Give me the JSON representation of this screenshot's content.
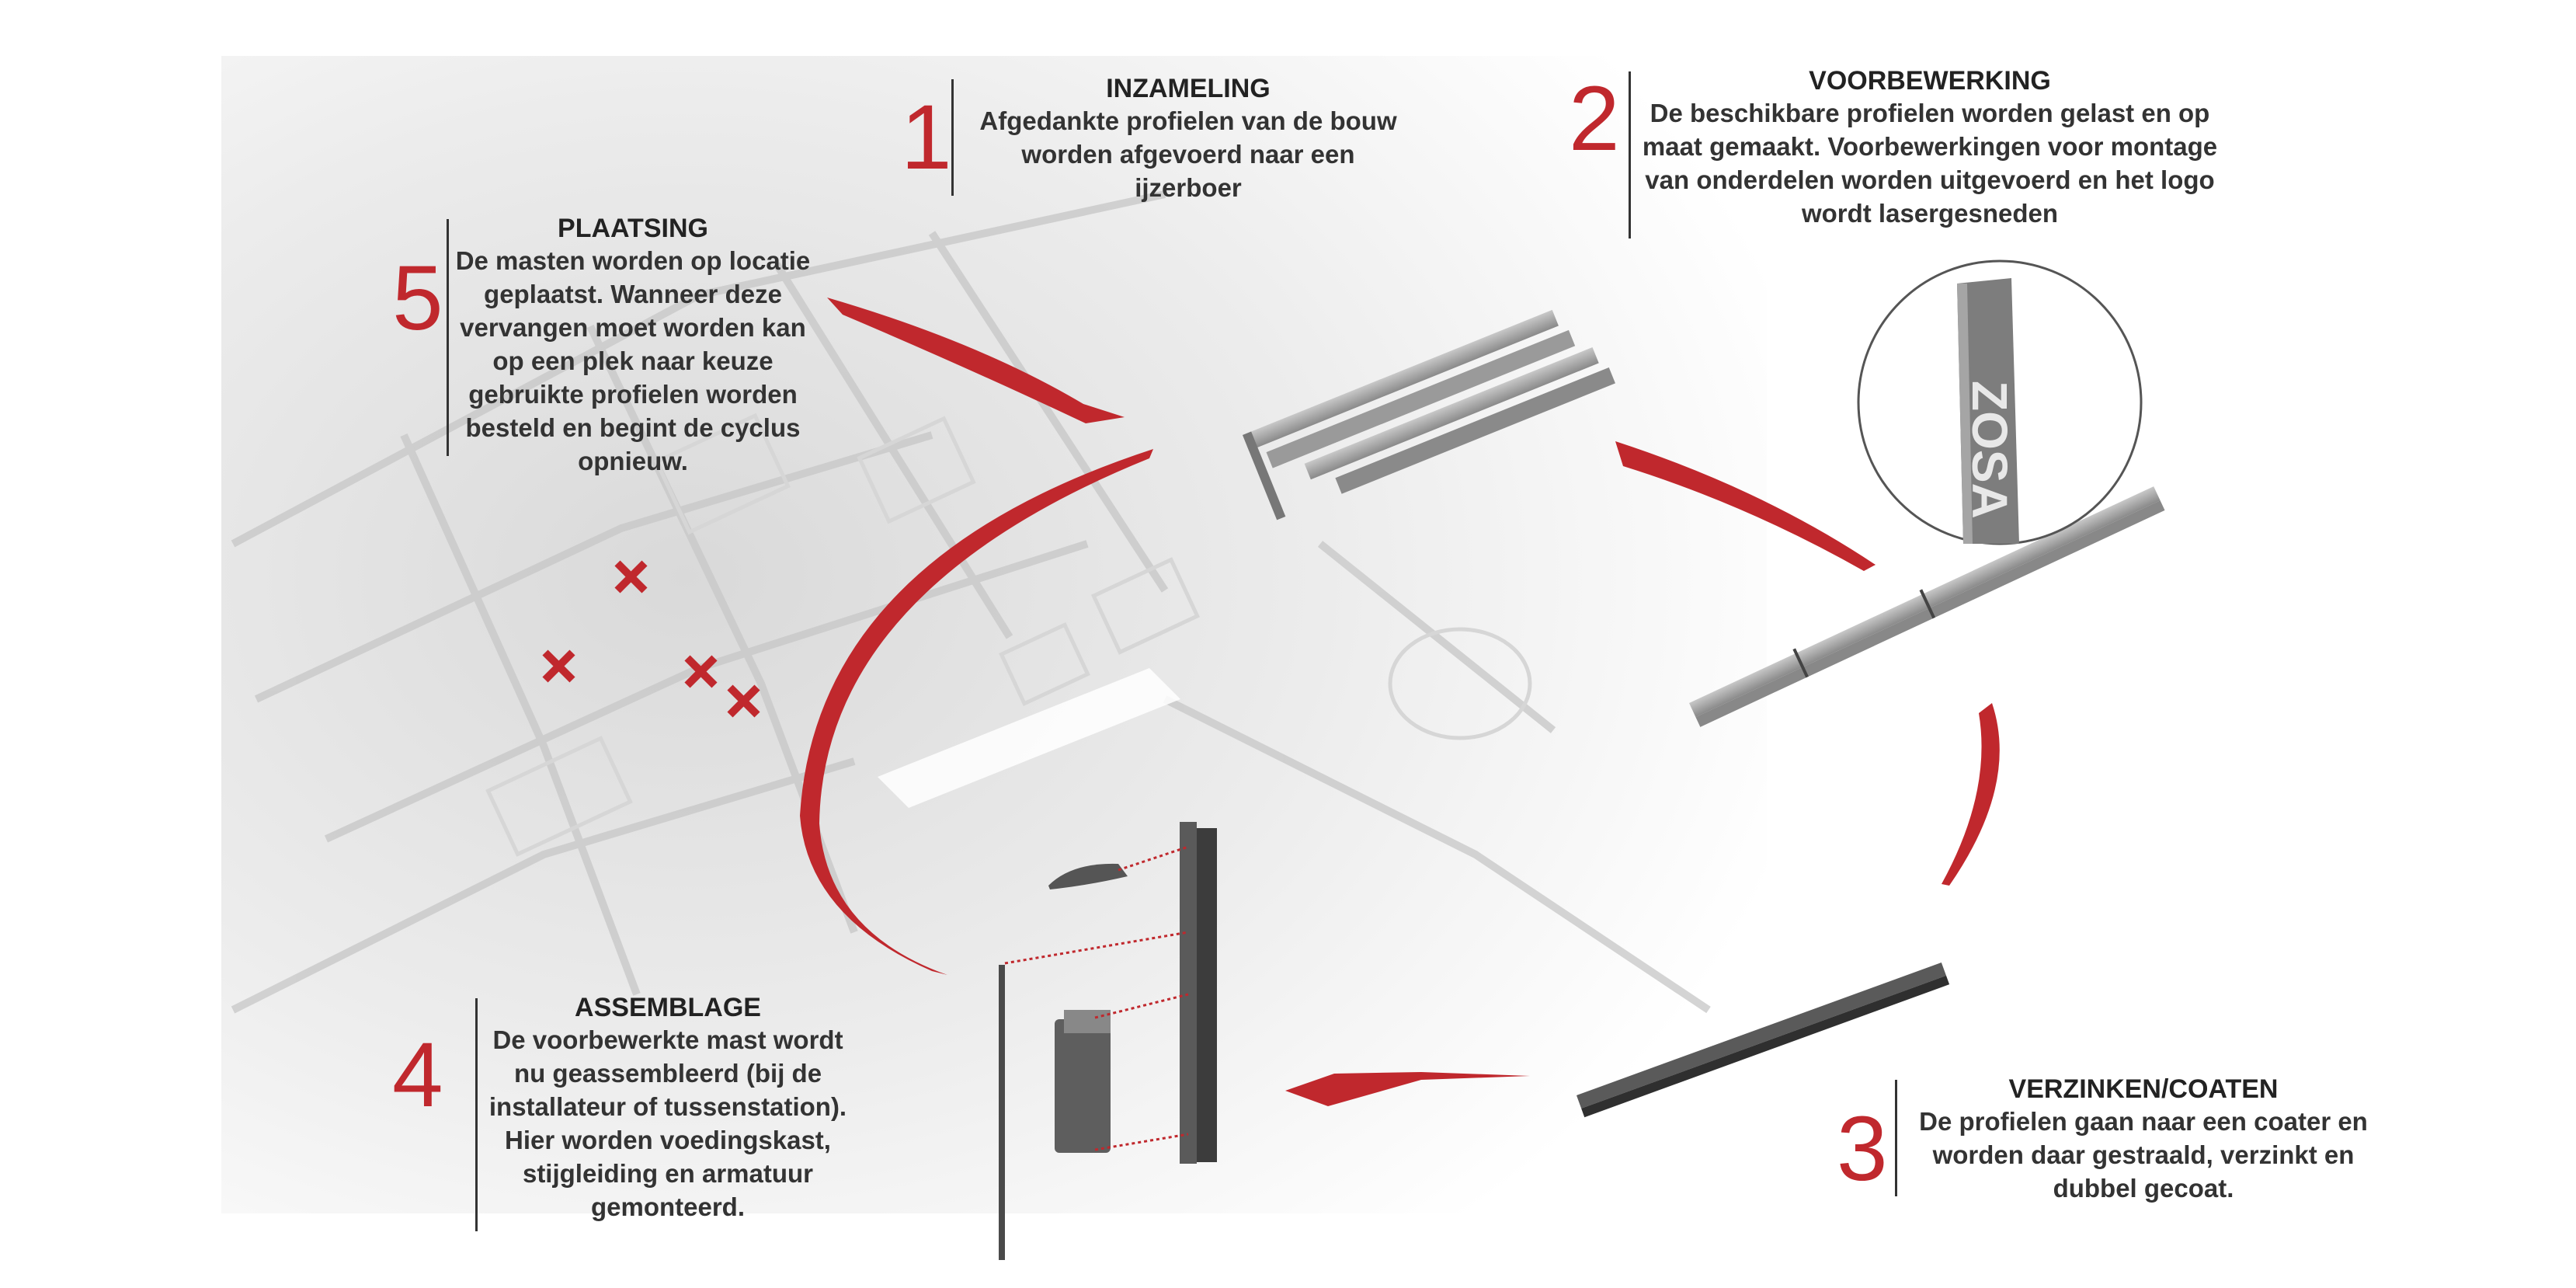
{
  "colors": {
    "accent": "#c0282d",
    "steel": "#8c8c8c",
    "map": "#e2e2e2"
  },
  "steps": [
    {
      "number": "1",
      "title": "INZAMELING",
      "desc": "Afgedankte profielen van de bouw worden afgevoerd naar een ijzerboer"
    },
    {
      "number": "2",
      "title": "VOORBEWERKING",
      "desc": "De beschikbare profielen worden gelast en op maat gemaakt. Voorbewerkingen voor montage van onderdelen worden uitgevoerd en het logo wordt lasergesneden"
    },
    {
      "number": "3",
      "title": "VERZINKEN/COATEN",
      "desc": "De profielen gaan naar een coater en worden daar gestraald, verzinkt en dubbel gecoat."
    },
    {
      "number": "4",
      "title": "ASSEMBLAGE",
      "desc": "De voorbewerkte mast wordt nu geassembleerd (bij de installateur of tussenstation). Hier worden voedingskast, stijgleiding en armatuur gemonteerd."
    },
    {
      "number": "5",
      "title": "PLAATSING",
      "desc": "De masten worden op locatie geplaatst. Wanneer deze vervangen moet worden kan op een plek naar keuze gebruikte profielen worden besteld en begint de cyclus opnieuw."
    }
  ],
  "logo_text": "ZOSA",
  "icons": [
    "location-marker-icon",
    "cycle-arrow-icon"
  ]
}
